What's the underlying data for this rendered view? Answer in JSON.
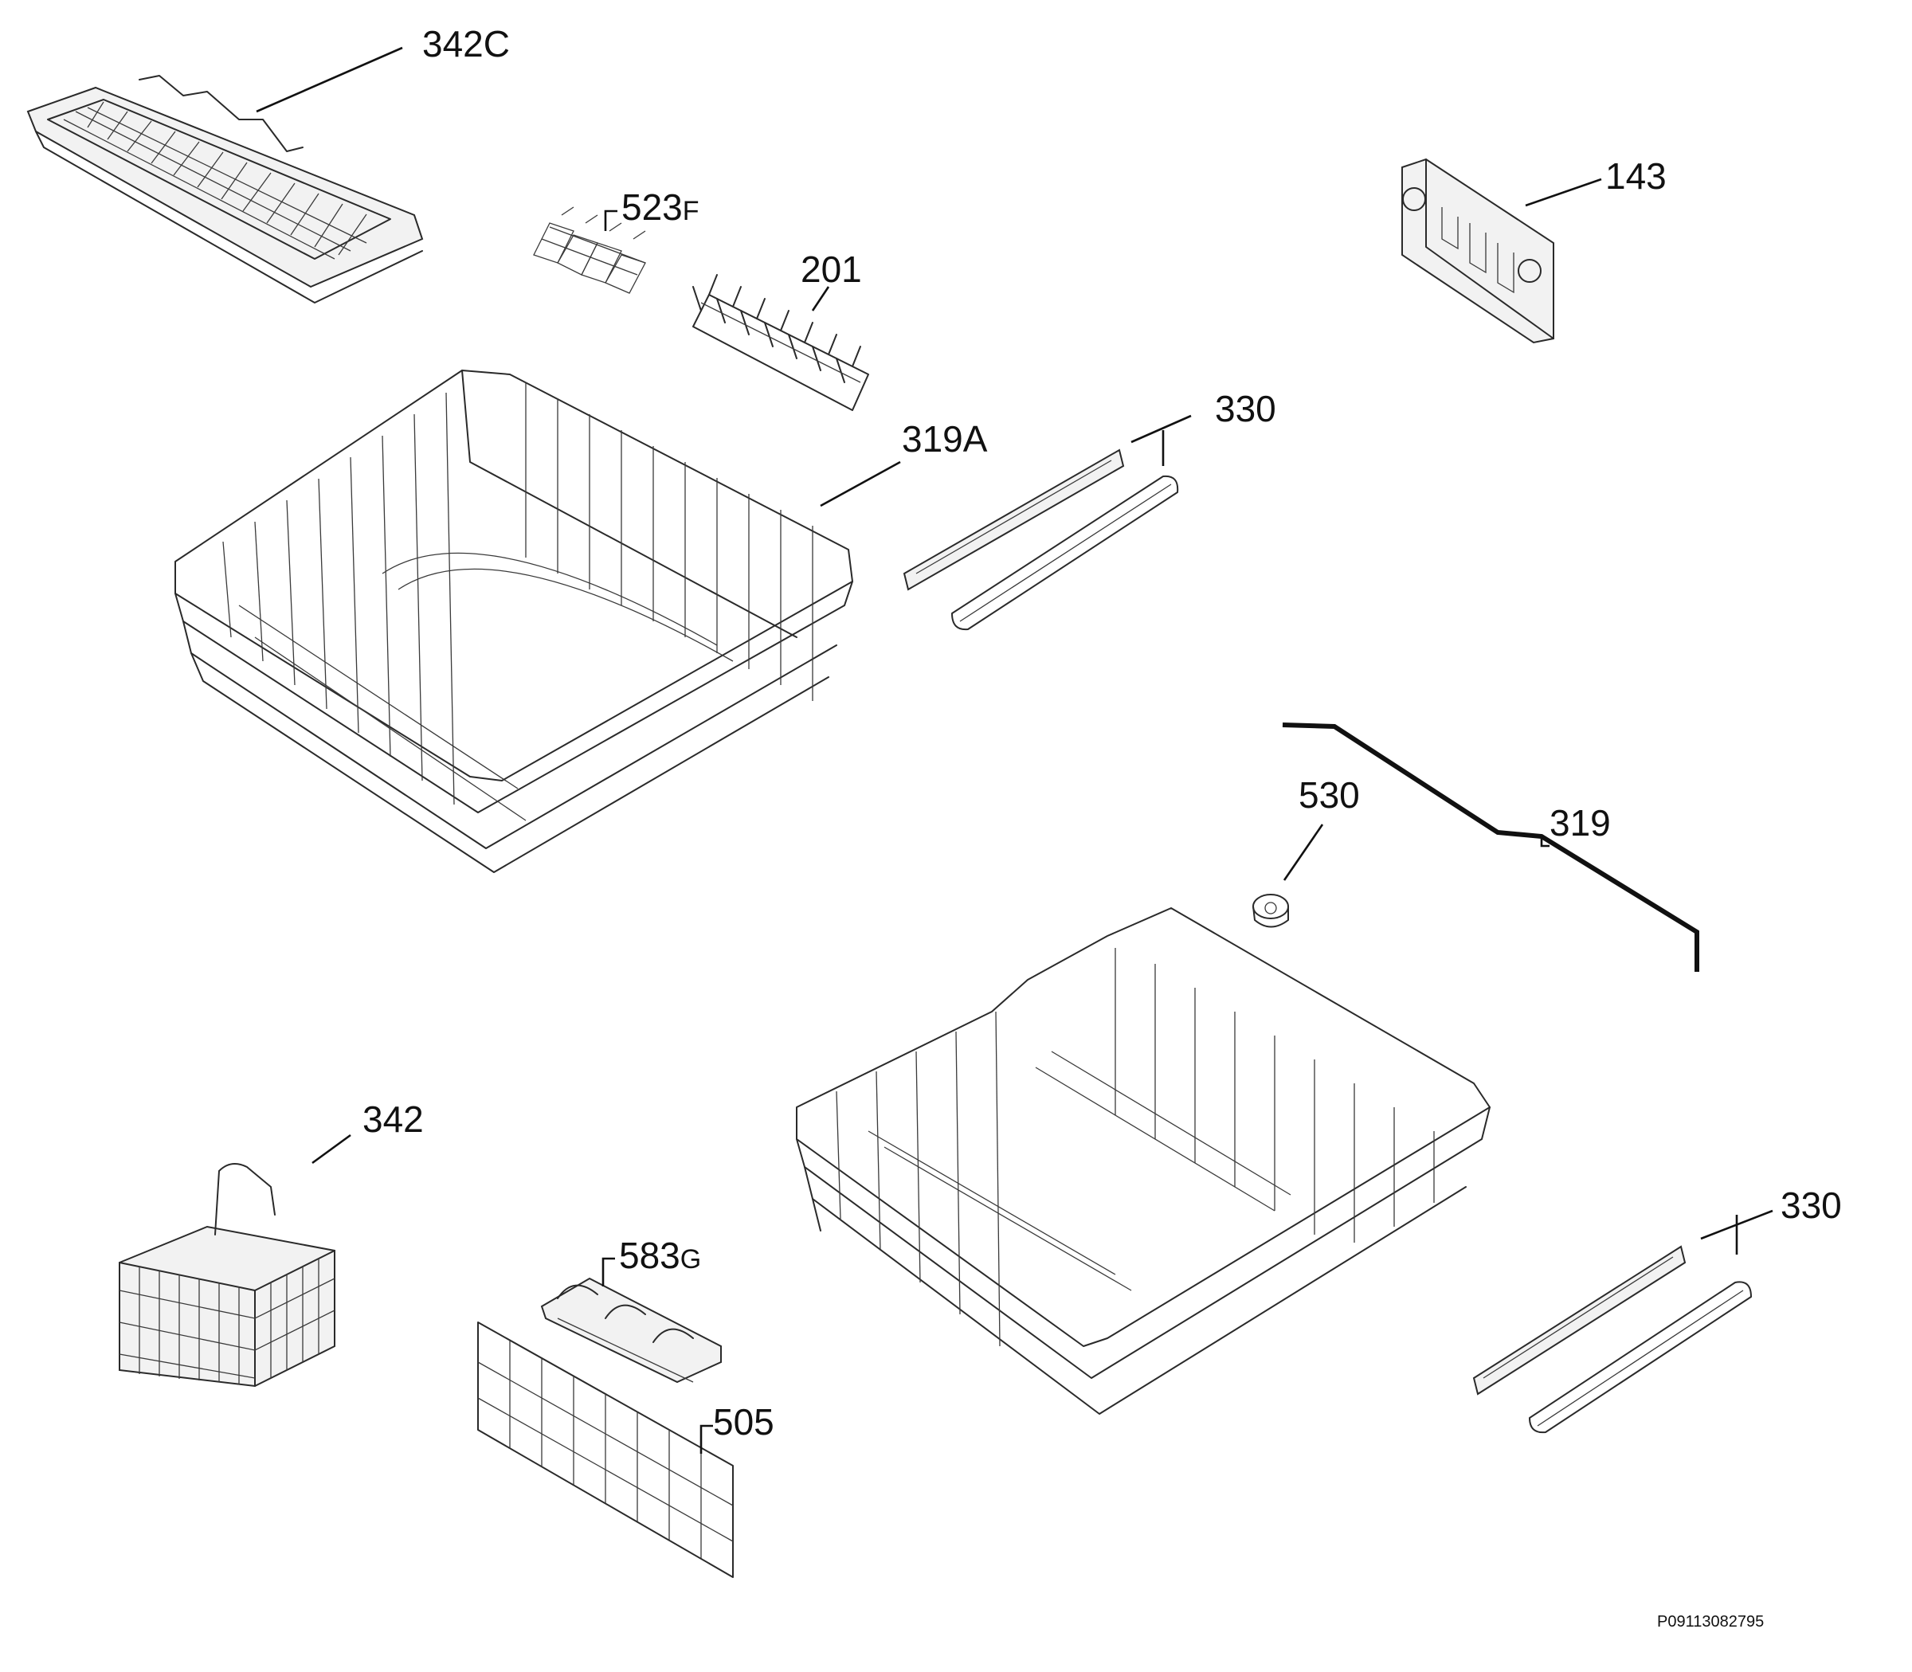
{
  "labels": {
    "l342c": {
      "main": "342",
      "suffix": "C"
    },
    "l523f": {
      "main": "523",
      "suffix": "F"
    },
    "l201": "201",
    "l143": "143",
    "l330a": "330",
    "l319a": {
      "main": "319",
      "suffix": "A"
    },
    "l530": "530",
    "l319": "319",
    "l342": "342",
    "l583g": {
      "main": "583",
      "suffix": "G"
    },
    "l505": "505",
    "l330b": "330"
  },
  "reference_code": "P09113082795"
}
